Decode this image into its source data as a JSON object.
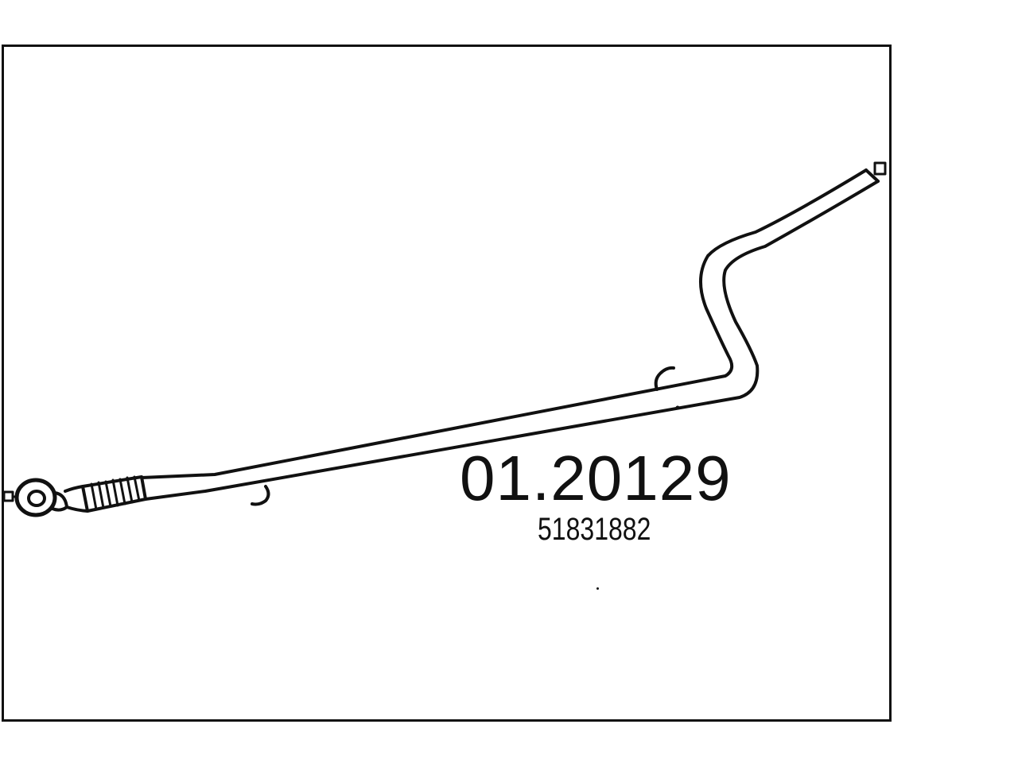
{
  "part": {
    "catalog_number": "01.20129",
    "oem_number": "51831882"
  },
  "drawing": {
    "subject": "exhaust-front-pipe",
    "line_color": "#111111",
    "background_color": "#ffffff"
  }
}
